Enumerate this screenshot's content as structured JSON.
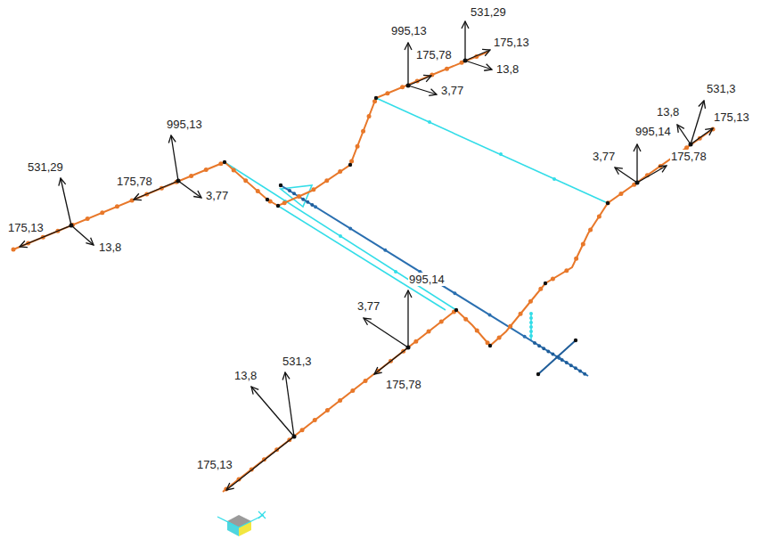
{
  "diagram": {
    "labels": [
      "531,29",
      "995,13",
      "175,13",
      "175,78",
      "13,8",
      "3,77",
      "531,3",
      "13,8",
      "995,14",
      "175,13",
      "3,77",
      "175,78",
      "995,13",
      "531,29",
      "175,78",
      "3,77",
      "175,13",
      "13,8",
      "995,14",
      "3,77",
      "531,3",
      "13,8",
      "175,78",
      "175,13"
    ]
  }
}
